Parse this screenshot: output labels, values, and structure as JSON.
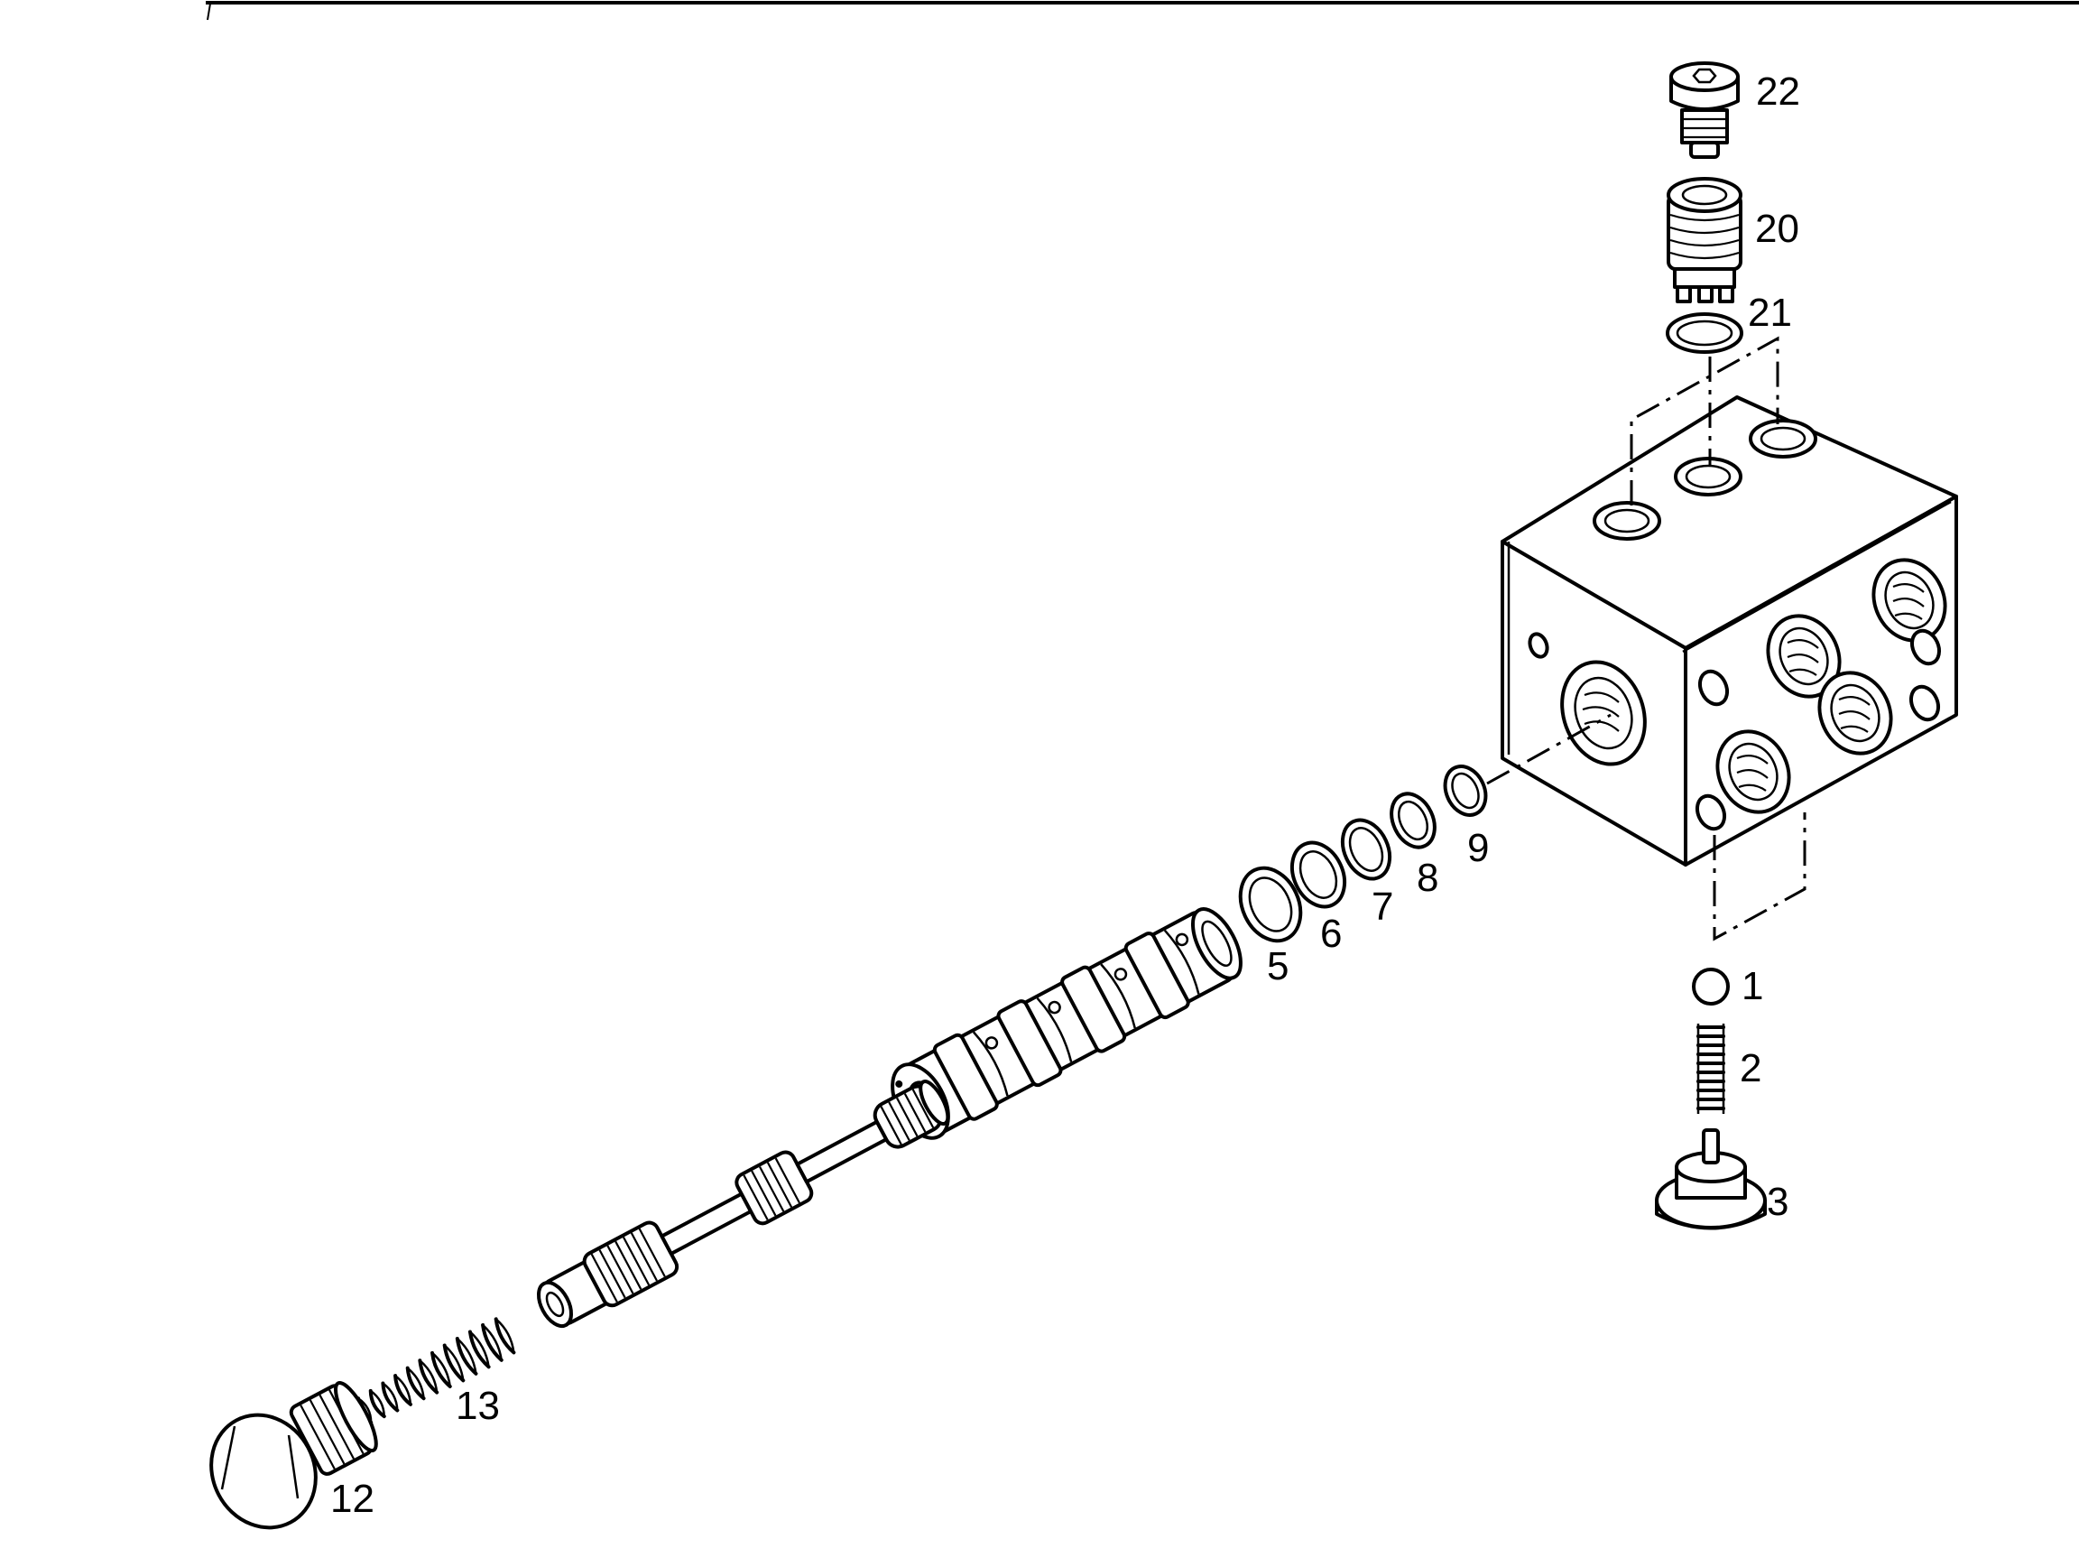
{
  "figure": {
    "background": "#ffffff",
    "line_color": "#000000"
  },
  "callouts": {
    "p1": "1",
    "p2": "2",
    "p3": "3",
    "p5": "5",
    "p6": "6",
    "p7": "7",
    "p8": "8",
    "p9": "9",
    "p12": "12",
    "p13": "13",
    "p20": "20",
    "p21": "21",
    "p22": "22"
  }
}
